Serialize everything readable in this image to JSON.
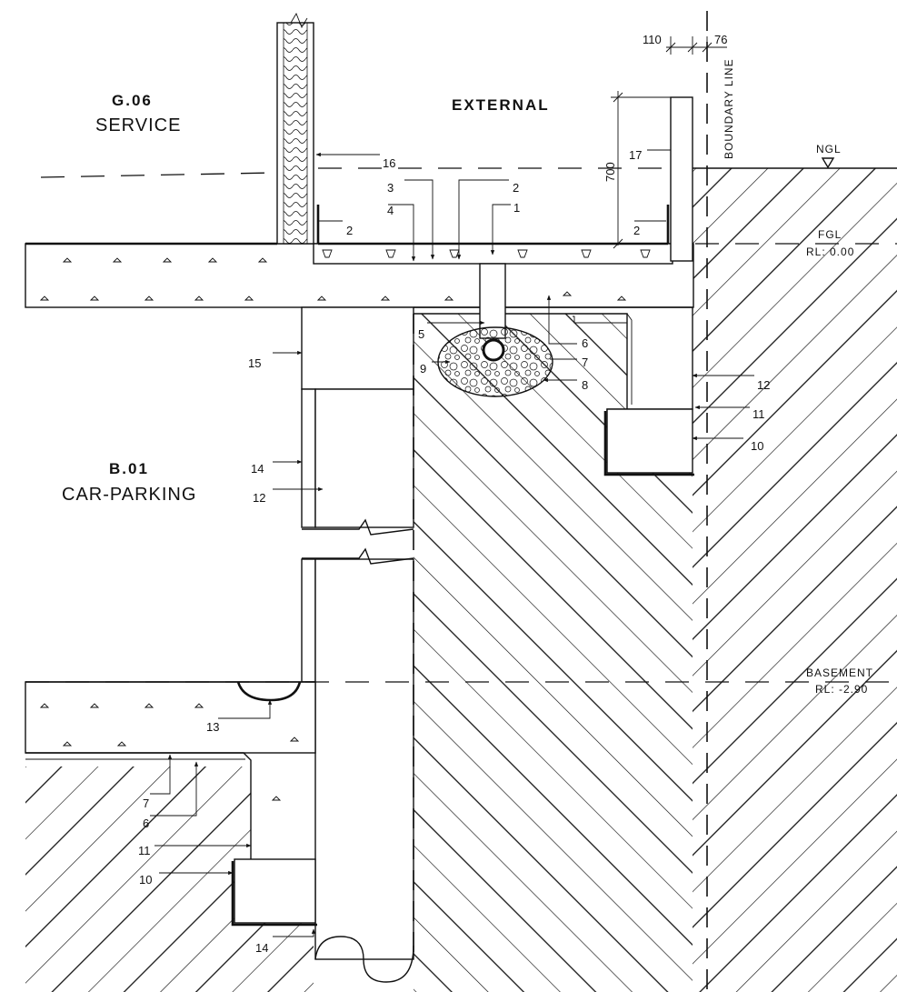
{
  "rooms": {
    "upper_left_code": "G.06",
    "upper_left_name": "SERVICE",
    "external": "EXTERNAL",
    "lower_left_code": "B.01",
    "lower_left_name": "CAR-PARKING"
  },
  "levels": {
    "ngl": "NGL",
    "fgl": "FGL",
    "fgl_rl": "RL: 0.00",
    "basement": "BASEMENT",
    "basement_rl": "RL: -2.90"
  },
  "dimensions": {
    "d110": "110",
    "d76": "76",
    "d700": "700"
  },
  "boundary_line": "BOUNDARY LINE",
  "callouts": {
    "c16": "16",
    "c3": "3",
    "c2a": "2",
    "c4": "4",
    "c1": "1",
    "c2b": "2",
    "c2c": "2",
    "c17": "17",
    "c5": "5",
    "c6a": "6",
    "c7a": "7",
    "c8": "8",
    "c9": "9",
    "c15": "15",
    "c12a": "12",
    "c11a": "11",
    "c10a": "10",
    "c14a": "14",
    "c12b": "12",
    "c13": "13",
    "c7b": "7",
    "c6b": "6",
    "c11b": "11",
    "c10b": "10",
    "c14b": "14"
  }
}
